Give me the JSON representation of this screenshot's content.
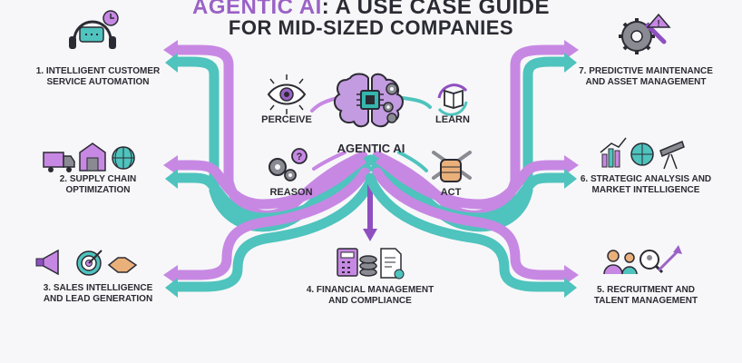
{
  "title": {
    "accent": "AGENTIC AI",
    "rest": ": A USE CASE GUIDE",
    "line2": "FOR MID-SIZED COMPANIES"
  },
  "center": {
    "label": "AGENTIC AI",
    "capabilities": [
      "PERCEIVE",
      "LEARN",
      "REASON",
      "ACT"
    ]
  },
  "use_cases": [
    {
      "line1": "1. INTELLIGENT CUSTOMER",
      "line2": "SERVICE AUTOMATION"
    },
    {
      "line1": "2. SUPPLY CHAIN",
      "line2": "OPTIMIZATION"
    },
    {
      "line1": "3. SALES INTELLIGENCE",
      "line2": "AND LEAD GENERATION"
    },
    {
      "line1": "4. FINANCIAL MANAGEMENT",
      "line2": "AND COMPLIANCE"
    },
    {
      "line1": "5. RECRUITMENT AND",
      "line2": "TALENT MANAGEMENT"
    },
    {
      "line1": "6. STRATEGIC ANALYSIS AND",
      "line2": "MARKET INTELLIGENCE"
    },
    {
      "line1": "7. PREDICTIVE MAINTENANCE",
      "line2": "AND ASSET MANAGEMENT"
    }
  ],
  "colors": {
    "purple": "#c788e3",
    "purple_dark": "#8f4fc0",
    "teal": "#4fc3bd",
    "teal_dark": "#2a9e99",
    "ink": "#2b2b33"
  }
}
